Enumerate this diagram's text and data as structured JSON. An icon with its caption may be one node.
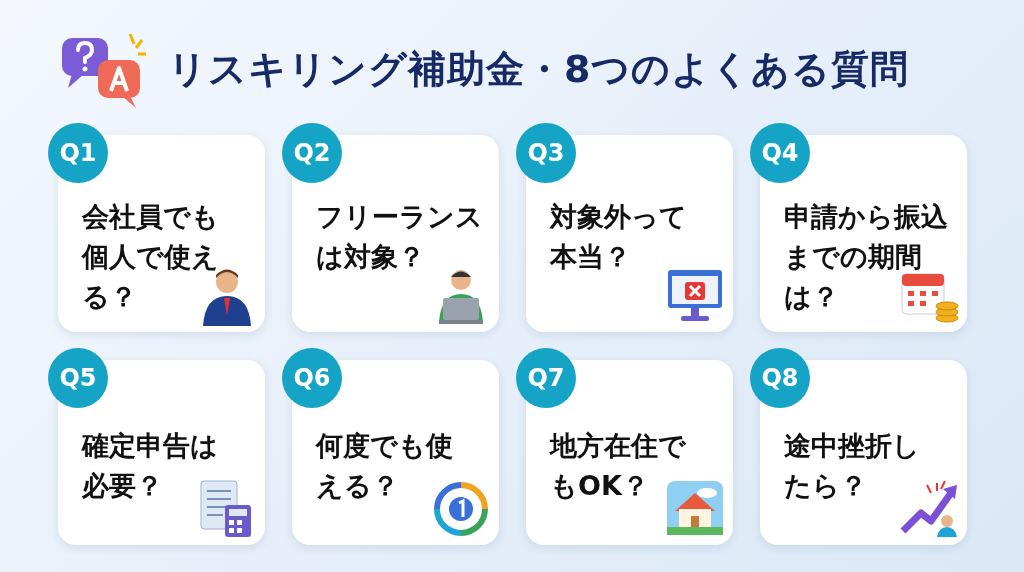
{
  "diagram": {
    "title": "リスキリング補助金・8つのよくある質問",
    "nodes": [
      {
        "text": [
          "Q1",
          "会社員でも個人で使える？"
        ]
      },
      {
        "text": [
          "Q2",
          "フリーランスは対象？"
        ]
      },
      {
        "text": [
          "Q3",
          "対象外って本当？"
        ]
      },
      {
        "text": [
          "Q4",
          "申請から振込までの期間は？"
        ]
      },
      {
        "text": [
          "Q5",
          "確定申告は必要？"
        ]
      },
      {
        "text": [
          "Q6",
          "何度でも使える？"
        ]
      },
      {
        "text": [
          "Q7",
          "地方在住でもOK？"
        ]
      },
      {
        "text": [
          "Q8",
          "途中挫折したら？"
        ]
      }
    ],
    "edges": []
  }
}
